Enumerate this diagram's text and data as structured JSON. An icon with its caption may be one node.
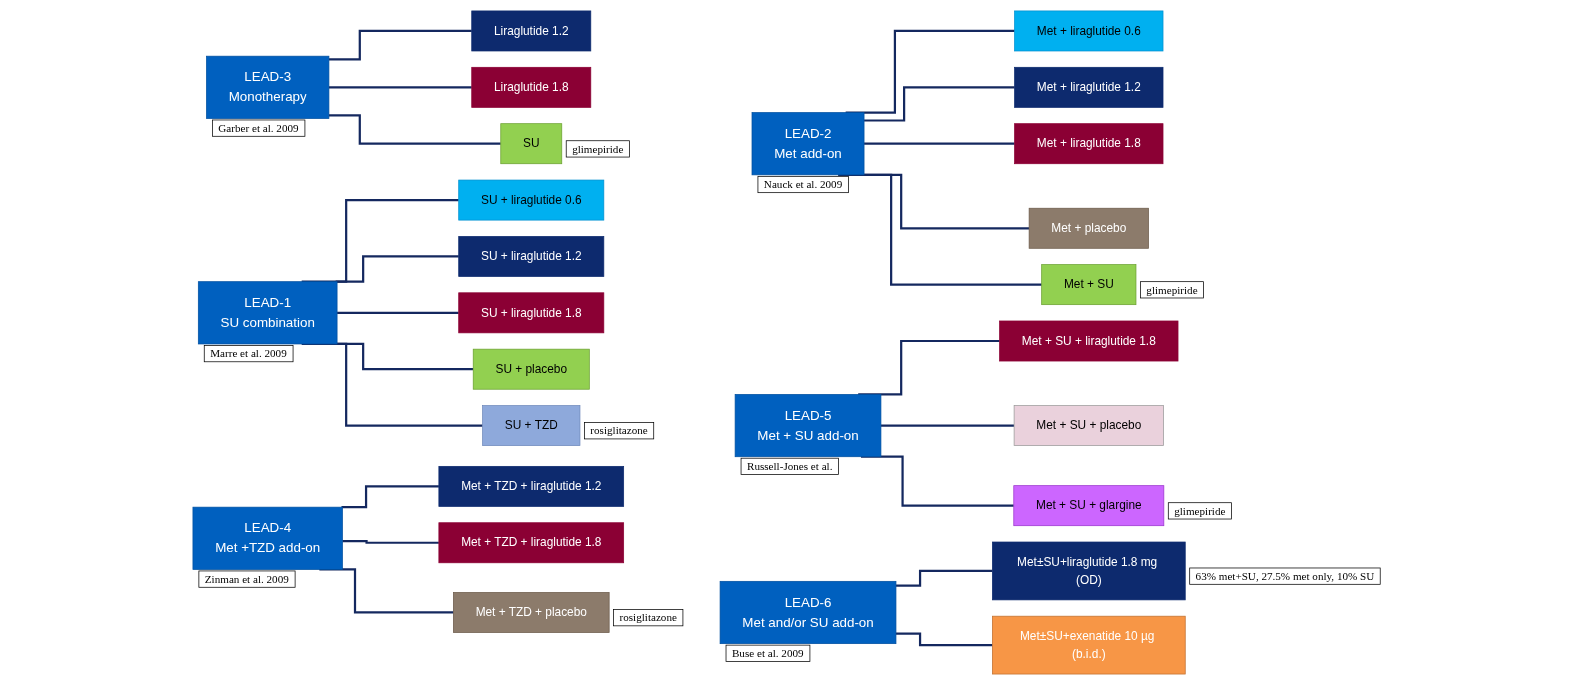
{
  "diagram": {
    "nodes": [
      {
        "text": [
          "LEAD-3",
          "Monotherapy"
        ],
        "beside": [
          "Garber et al. 2009"
        ]
      },
      {
        "text": [
          "Liraglutide 1.2"
        ]
      },
      {
        "text": [
          "Liraglutide 1.8"
        ]
      },
      {
        "text": [
          "SU"
        ],
        "beside": [
          "glimepiride"
        ]
      },
      {
        "text": [
          "LEAD-2",
          "Met add-on"
        ],
        "beside": [
          "Nauck et al. 2009"
        ]
      },
      {
        "text": [
          "Met + liraglutide 0.6"
        ]
      },
      {
        "text": [
          "Met + liraglutide 1.2"
        ]
      },
      {
        "text": [
          "Met + liraglutide 1.8"
        ]
      },
      {
        "text": [
          "Met + placebo"
        ]
      },
      {
        "text": [
          "Met + SU"
        ],
        "beside": [
          "glimepiride"
        ]
      },
      {
        "text": [
          "LEAD-1",
          "SU combination"
        ],
        "beside": [
          "Marre et al. 2009"
        ]
      },
      {
        "text": [
          "SU + liraglutide 0.6"
        ]
      },
      {
        "text": [
          "SU + liraglutide 1.2"
        ]
      },
      {
        "text": [
          "SU + liraglutide 1.8"
        ]
      },
      {
        "text": [
          "SU + placebo"
        ]
      },
      {
        "text": [
          "SU + TZD"
        ],
        "beside": [
          "rosiglitazone"
        ]
      },
      {
        "text": [
          "LEAD-5",
          "Met + SU add-on"
        ],
        "beside": [
          "Russell-Jones et al."
        ]
      },
      {
        "text": [
          "Met + SU + liraglutide 1.8"
        ]
      },
      {
        "text": [
          "Met + SU + placebo"
        ]
      },
      {
        "text": [
          "Met + SU + glargine"
        ],
        "beside": [
          "glimepiride"
        ]
      },
      {
        "text": [
          "LEAD-4",
          "Met +TZD add-on"
        ],
        "beside": [
          "Zinman et al. 2009"
        ]
      },
      {
        "text": [
          "Met + TZD  + liraglutide 1.2"
        ]
      },
      {
        "text": [
          "Met + TZD + liraglutide 1.8"
        ]
      },
      {
        "text": [
          "Met + TZD + placebo"
        ],
        "beside": [
          "rosiglitazone"
        ]
      },
      {
        "text": [
          "LEAD-6",
          "Met and/or SU add-on"
        ],
        "beside": [
          "Buse et al. 2009"
        ]
      },
      {
        "text": [
          "Met±SU+liraglutide 1.8 mg (OD)"
        ],
        "beside": [
          "63% met+SU, 27.5% met only, 10% SU"
        ]
      },
      {
        "text": [
          "Met±SU+exenatide 10 µg (b.i.d.)"
        ]
      }
    ],
    "edges": [
      {
        "from": 0,
        "to": 1,
        "arrow": "none"
      },
      {
        "from": 0,
        "to": 2,
        "arrow": "none"
      },
      {
        "from": 0,
        "to": 3,
        "arrow": "none"
      },
      {
        "from": 4,
        "to": 5,
        "arrow": "none"
      },
      {
        "from": 4,
        "to": 6,
        "arrow": "none"
      },
      {
        "from": 4,
        "to": 7,
        "arrow": "none"
      },
      {
        "from": 4,
        "to": 8,
        "arrow": "none"
      },
      {
        "from": 4,
        "to": 9,
        "arrow": "none"
      },
      {
        "from": 10,
        "to": 11,
        "arrow": "none"
      },
      {
        "from": 10,
        "to": 12,
        "arrow": "none"
      },
      {
        "from": 10,
        "to": 13,
        "arrow": "none"
      },
      {
        "from": 10,
        "to": 14,
        "arrow": "none"
      },
      {
        "from": 10,
        "to": 15,
        "arrow": "none"
      },
      {
        "from": 16,
        "to": 17,
        "arrow": "none"
      },
      {
        "from": 16,
        "to": 18,
        "arrow": "none"
      },
      {
        "from": 16,
        "to": 19,
        "arrow": "none"
      },
      {
        "from": 20,
        "to": 21,
        "arrow": "none"
      },
      {
        "from": 20,
        "to": 22,
        "arrow": "none"
      },
      {
        "from": 20,
        "to": 23,
        "arrow": "none"
      },
      {
        "from": 24,
        "to": 25,
        "arrow": "none"
      },
      {
        "from": 24,
        "to": 26,
        "arrow": "none"
      }
    ]
  }
}
